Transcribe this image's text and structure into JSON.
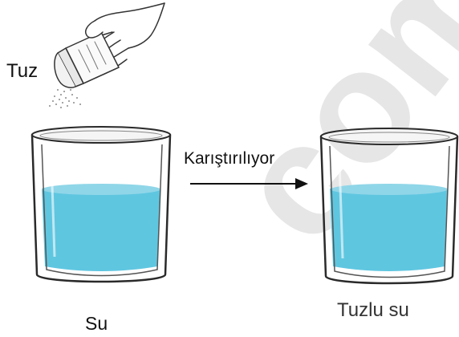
{
  "labels": {
    "salt": "Tuz",
    "process": "Karıştırılıyor",
    "left_beaker": "Su",
    "right_beaker": "Tuzlu su"
  },
  "colors": {
    "water": "#5fc6e0",
    "water_top": "#9adbeb",
    "watermark": "#e4e4e4",
    "outline": "#2a2a2a"
  },
  "watermark": {
    "text": "com"
  },
  "icons": {
    "shaker": "salt-shaker-in-hand-icon",
    "arrow": "right-arrow-icon"
  }
}
